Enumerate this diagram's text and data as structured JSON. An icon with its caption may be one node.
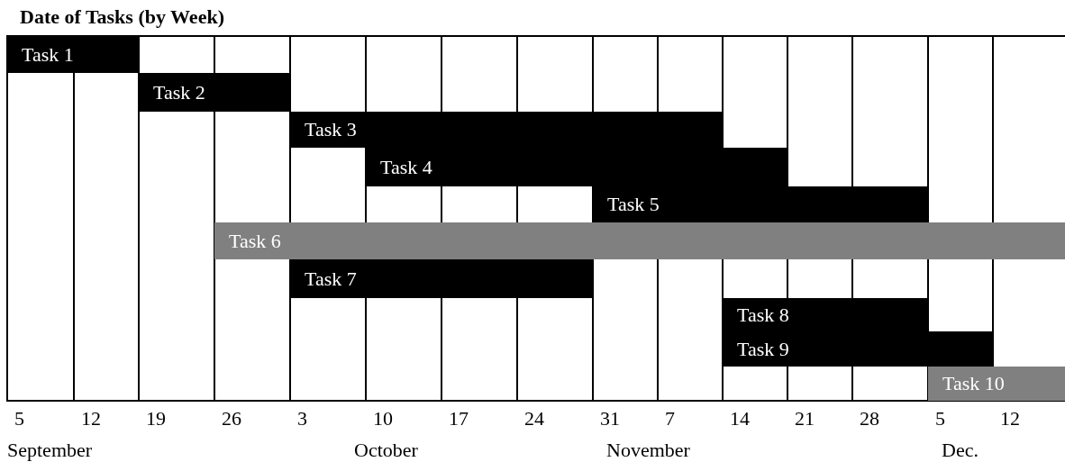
{
  "diagram": {
    "title": "Date of Tasks (by Week)",
    "nodes": [
      {
        "text": [
          "Task 1"
        ]
      },
      {
        "text": [
          "Task 2"
        ]
      },
      {
        "text": [
          "Task 3"
        ]
      },
      {
        "text": [
          "Task 4"
        ]
      },
      {
        "text": [
          "Task 5"
        ]
      },
      {
        "text": [
          "Task 6"
        ]
      },
      {
        "text": [
          "Task 7"
        ]
      },
      {
        "text": [
          "Task 8"
        ]
      },
      {
        "text": [
          "Task 9"
        ]
      },
      {
        "text": [
          "Task 10"
        ]
      }
    ],
    "labels": [
      "5",
      "12",
      "19",
      "26",
      "3",
      "10",
      "17",
      "24",
      "31",
      "7",
      "14",
      "21",
      "28",
      "5",
      "12",
      "September",
      "October",
      "November",
      "Dec."
    ]
  }
}
